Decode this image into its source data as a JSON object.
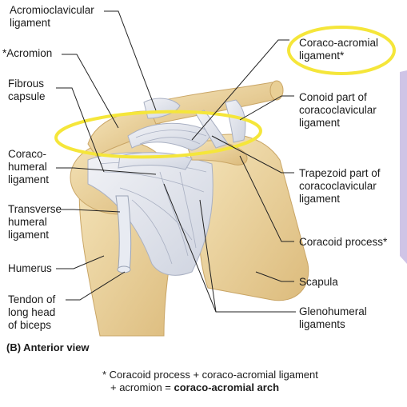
{
  "labels": {
    "acromioclavicular": [
      "Acromioclavicular",
      "ligament"
    ],
    "acromion": [
      "*Acromion"
    ],
    "fibrous_capsule": [
      "Fibrous",
      "capsule"
    ],
    "coracohumeral": [
      "Coraco-",
      "humeral",
      "ligament"
    ],
    "transverse_humeral": [
      "Transverse",
      "humeral",
      "ligament"
    ],
    "humerus": [
      "Humerus"
    ],
    "tendon_biceps": [
      "Tendon of",
      "long head",
      "of biceps"
    ],
    "coraco_acromial": [
      "Coraco-acromial",
      "ligament*"
    ],
    "conoid": [
      "Conoid part of",
      "coracoclavicular",
      "ligament"
    ],
    "trapezoid": [
      "Trapezoid part of",
      "coracoclavicular",
      "ligament"
    ],
    "coracoid_process": [
      "Coracoid process*"
    ],
    "scapula": [
      "Scapula"
    ],
    "glenohumeral": [
      "Glenohumeral",
      "ligaments"
    ]
  },
  "view_label": "(B) Anterior view",
  "footnote": {
    "line1": "* Coracoid process + coraco-acromial ligament",
    "line2_prefix": "+ acromion = ",
    "line2_bold": "coraco-acromial arch"
  },
  "colors": {
    "bone": "#efd9a6",
    "bone_shade": "#d9b878",
    "ligament": "#e3e6ee",
    "ligament_line": "#a9b0c2",
    "highlight": "#f5e63a",
    "leader": "#222222"
  }
}
